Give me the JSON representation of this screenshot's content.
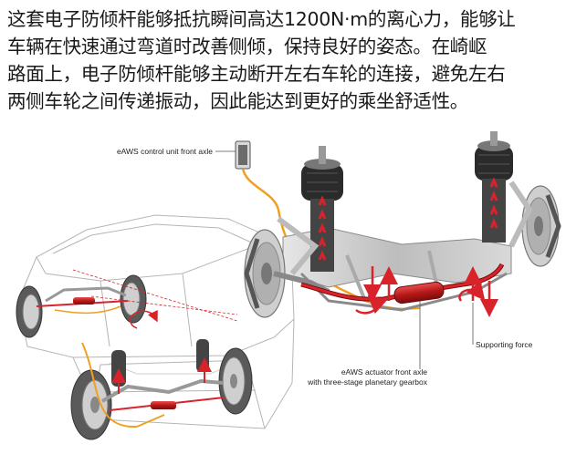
{
  "intro_text": {
    "lines": [
      "这套电子防倾杆能够抵抗瞬间高达1200N·m的离心力，能够让",
      "车辆在快速通过弯道时改善侧倾，保持良好的姿态。在崎岖",
      "路面上，电子防倾杆能够主动断开左右车轮的连接，避免左右",
      "两侧车轮之间传递振动，因此能达到更好的乘坐舒适性。"
    ]
  },
  "callouts": {
    "control_unit": "eAWS control unit front axle",
    "supporting_force": "Supporting force",
    "actuator_line1": "eAWS actuator front axle",
    "actuator_line2": "with three-stage planetary gearbox"
  },
  "colors": {
    "text": "#1a1a1a",
    "arrow_red": "#d8232a",
    "actuator_red": "#c81e1e",
    "wiring_orange": "#f0a020",
    "chassis_grey": "#9a9a9a",
    "callout_line": "#555555"
  }
}
